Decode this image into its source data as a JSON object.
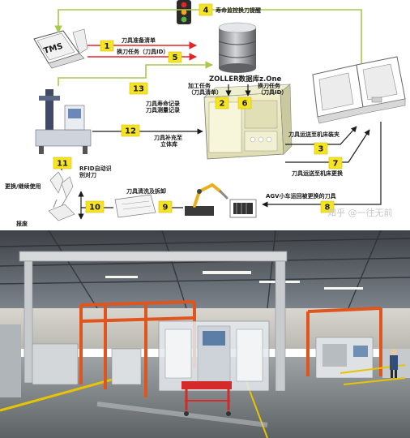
{
  "diagram": {
    "tms_label": "TMS",
    "database_label": "ZOLLER数据库z.One",
    "steps": [
      {
        "num": "1",
        "label": "刀具准备清单"
      },
      {
        "num": "2",
        "label": "加工任务\n（刀具清单）"
      },
      {
        "num": "3",
        "label": "刀具运送至机床装夹"
      },
      {
        "num": "4",
        "label": "寿命监控换刀提醒"
      },
      {
        "num": "5",
        "label": "换刀任务（刀具ID）"
      },
      {
        "num": "6",
        "label": "换刀任务\n（刀具ID）"
      },
      {
        "num": "7",
        "label": "刀具运送至机床更换"
      },
      {
        "num": "8",
        "label": "AGV小车运回被更换的刀具"
      },
      {
        "num": "9",
        "label": "刀具清洗及拆卸"
      },
      {
        "num": "10",
        "label": ""
      },
      {
        "num": "11",
        "label": "RFID自动识\n别对刀"
      },
      {
        "num": "12",
        "label": "刀具补充至\n立体库"
      },
      {
        "num": "13",
        "label": "刀具寿命记录\n刀具测量记录"
      }
    ],
    "reuse_label": "更换/继续使用",
    "scrap_label": "报废"
  },
  "photo": {
    "watermark": "知乎 @一往无前"
  },
  "colors": {
    "step_yellow": "#f5e326",
    "arrow_red": "#e0262a",
    "arrow_green": "#a6c94b",
    "arrow_black": "#1a1a1a",
    "frame_orange": "#e0541e"
  }
}
